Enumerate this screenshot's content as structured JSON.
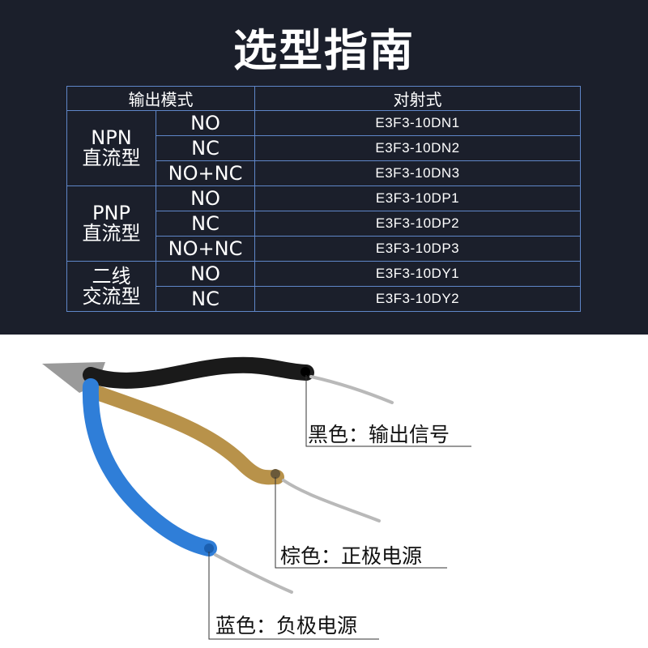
{
  "title": "选型指南",
  "table": {
    "headers": [
      "输出模式",
      "对射式"
    ],
    "groups": [
      {
        "mode_line1": "NPN",
        "mode_line2": "直流型",
        "rows": [
          [
            "NO",
            "E3F3-10DN1"
          ],
          [
            "NC",
            "E3F3-10DN2"
          ],
          [
            "NO+NC",
            "E3F3-10DN3"
          ]
        ]
      },
      {
        "mode_line1": "PNP",
        "mode_line2": "直流型",
        "rows": [
          [
            "NO",
            "E3F3-10DP1"
          ],
          [
            "NC",
            "E3F3-10DP2"
          ],
          [
            "NO+NC",
            "E3F3-10DP3"
          ]
        ]
      },
      {
        "mode_line1": "二线",
        "mode_line2": "交流型",
        "rows": [
          [
            "NO",
            "E3F3-10DY1"
          ],
          [
            "NC",
            "E3F3-10DY2"
          ]
        ]
      }
    ]
  },
  "wires": {
    "black": "黑色：输出信号",
    "brown": "棕色：正极电源",
    "blue": "蓝色：负极电源"
  },
  "colors": {
    "background_dark": "#1b1f2b",
    "table_border": "#5f86c8",
    "wire_black": "#1a1a1a",
    "wire_brown": "#b8924a",
    "wire_blue": "#2f7ed8"
  }
}
